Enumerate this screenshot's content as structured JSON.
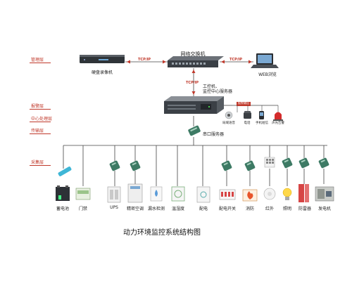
{
  "layers": [
    "管理层",
    "报警层",
    "中心处理层",
    "传输层",
    "采集层"
  ],
  "top": {
    "switch": "网络交换机",
    "dvr": "硬盘录像机",
    "web": "WEB浏览",
    "tcp_left": "TCP/IP",
    "tcp_right": "TCP/IP",
    "tcp_down": "TCP/IP",
    "server_label_line1": "工控机、",
    "server_label_line2": "监控中心服务器",
    "serial": "串口服务器"
  },
  "alarm": {
    "bus": "报警输出",
    "devices": [
      "局域语音",
      "电话",
      "手机短信",
      "声光告警"
    ]
  },
  "sensors": [
    "蓄电池",
    "门禁",
    "UPS",
    "精密空调",
    "漏水检测",
    "温湿度",
    "配电",
    "配电开关",
    "消防",
    "红外",
    "照明",
    "防雷器",
    "发电机"
  ],
  "caption": "动力环境监控系统结构图",
  "colors": {
    "accent": "#c0392b",
    "line": "#444444",
    "device_dark": "#2f3438",
    "module_green": "#3d7a64"
  }
}
